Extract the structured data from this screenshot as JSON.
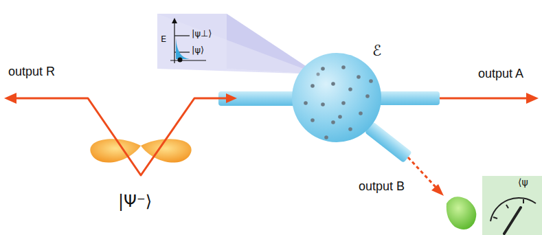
{
  "diagram": {
    "labels": [
      "output R",
      "|Ψ⁻⟩",
      "E",
      "|ψ⊥⟩",
      "|ψ⟩",
      "ℰ",
      "output A",
      "output B",
      "⟨ψ"
    ]
  }
}
